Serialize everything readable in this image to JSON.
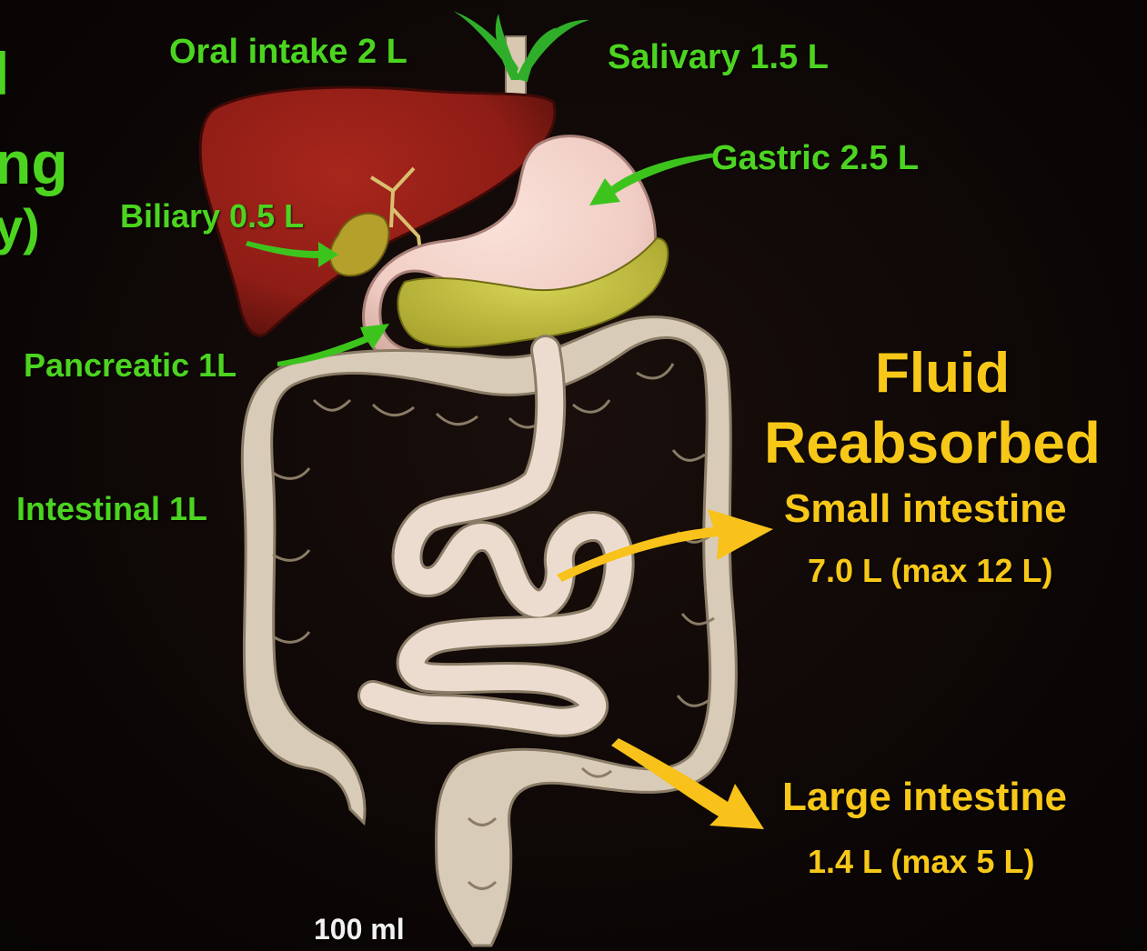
{
  "colors": {
    "secretion_text": "#4cd420",
    "reabsorption_text": "#f8c818",
    "stool_text": "#f2f2f2",
    "liver": "#8e1d16",
    "stomach": "#f0cdc4",
    "pancreas": "#c6c23a",
    "intestine": "#d8cbb7"
  },
  "left_title_fragments": [
    "l",
    "ng",
    "y)"
  ],
  "secretions": {
    "oral": "Oral intake 2 L",
    "salivary": "Salivary 1.5 L",
    "gastric": "Gastric 2.5 L",
    "biliary": "Biliary 0.5 L",
    "pancreatic": "Pancreatic 1L",
    "intestinal": "Intestinal 1L"
  },
  "reabsorbed": {
    "title_line1": "Fluid",
    "title_line2": "Reabsorbed",
    "small_label": "Small intestine",
    "small_value": "7.0 L  (max 12 L)",
    "large_label": "Large intestine",
    "large_value": "1.4 L  (max 5 L)"
  },
  "stool_output": "100 ml"
}
